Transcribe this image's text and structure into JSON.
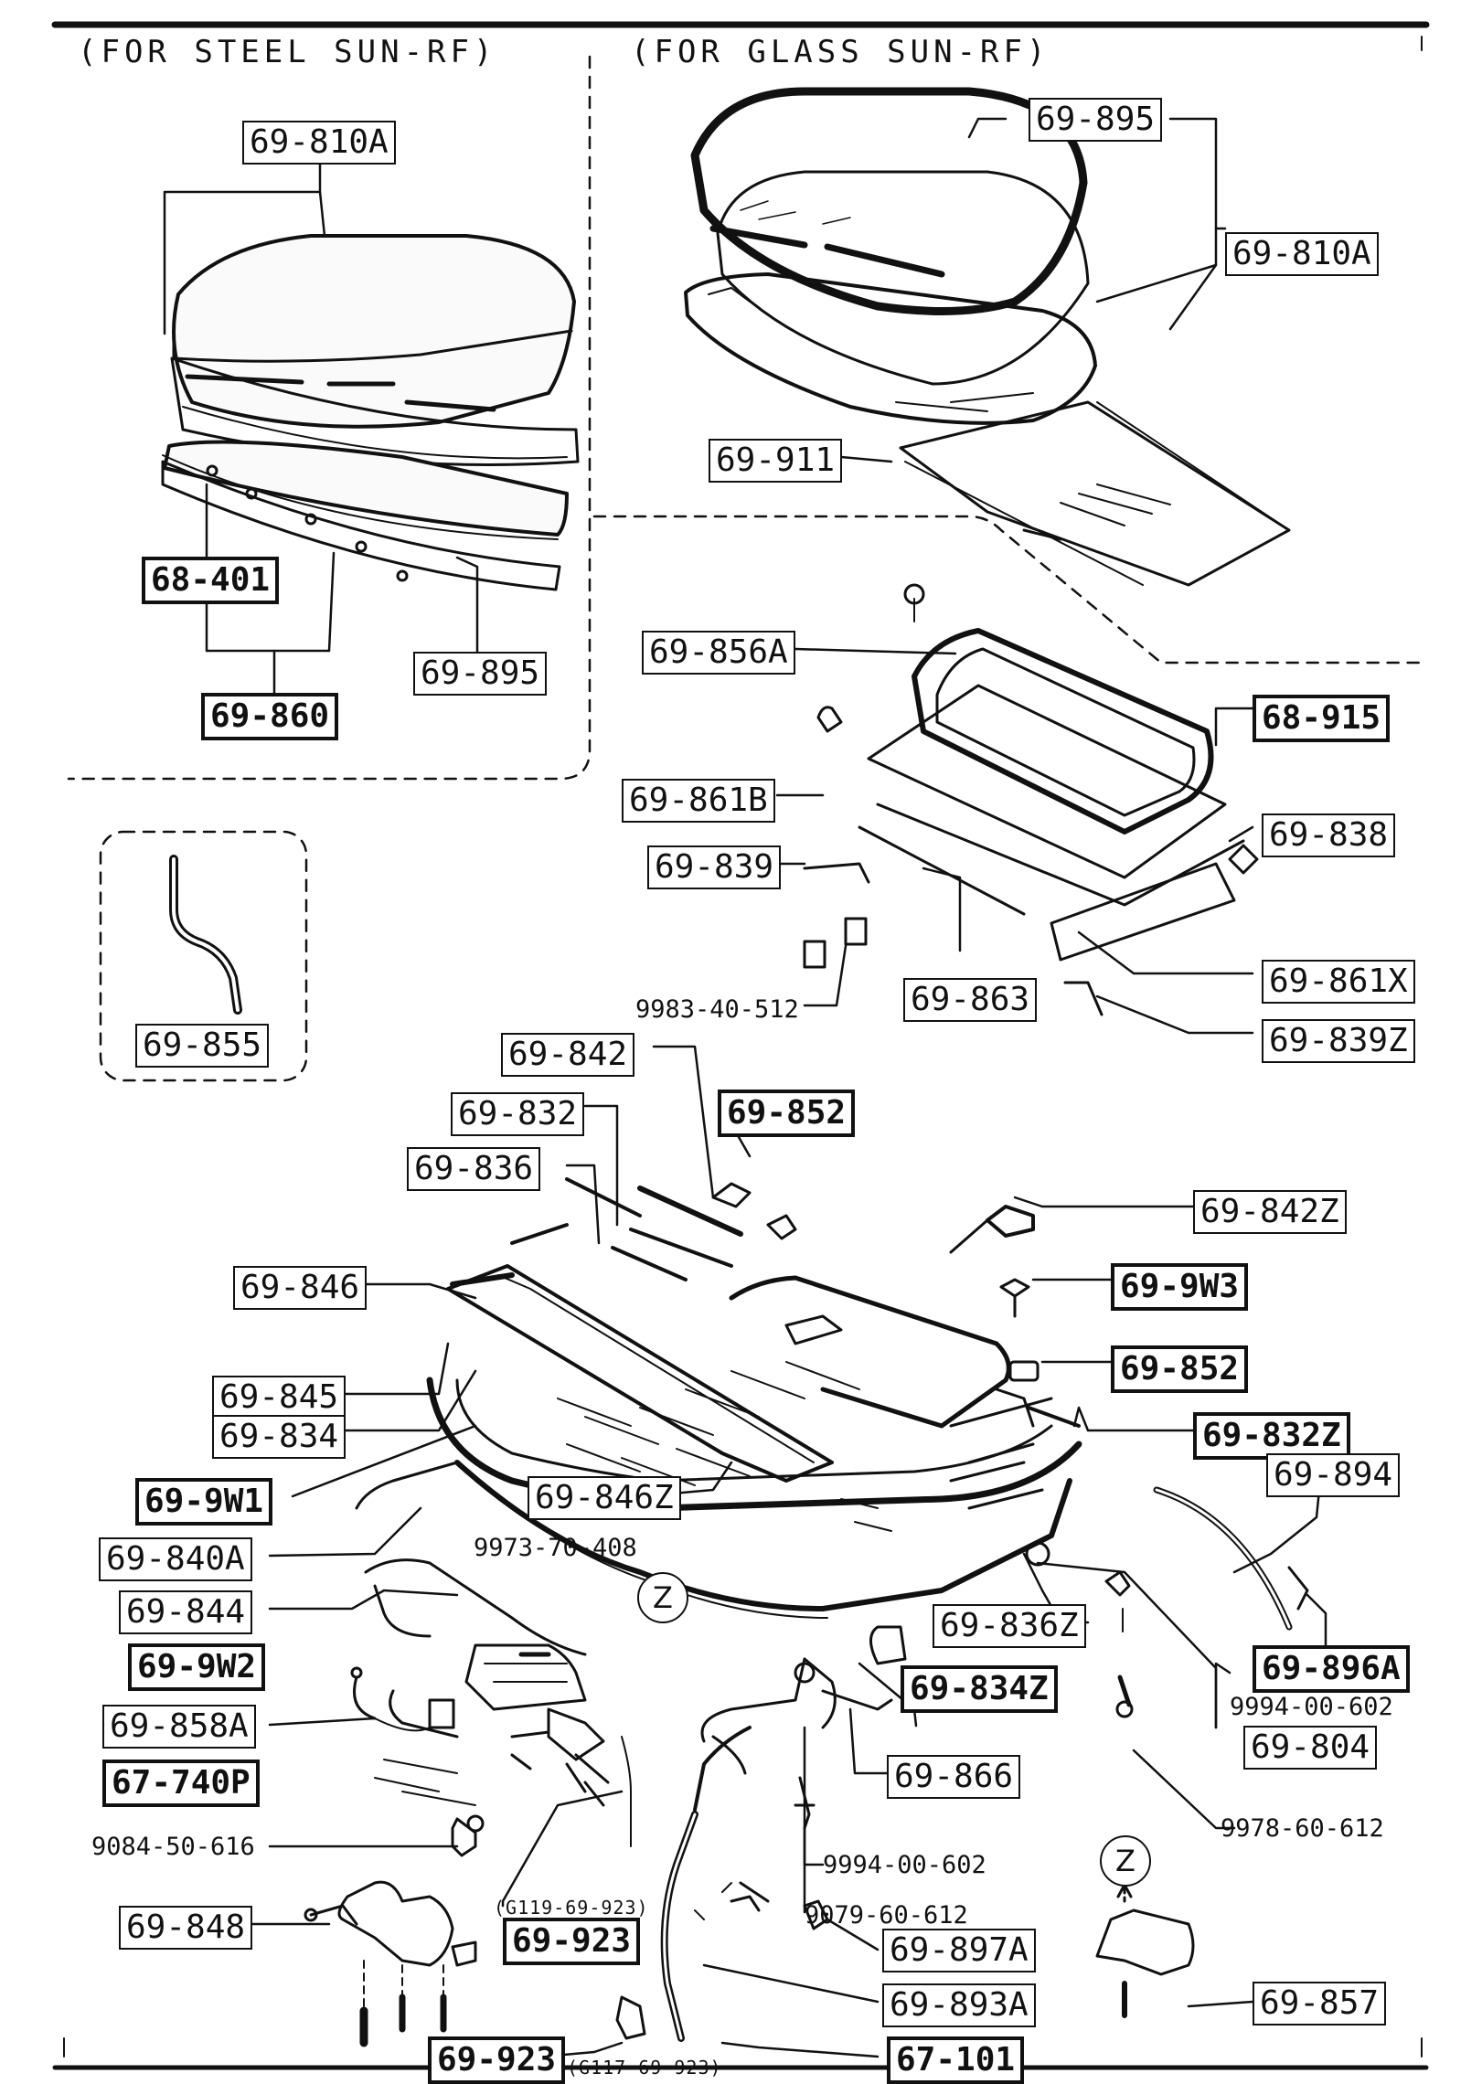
{
  "headers": {
    "steel": "(FOR STEEL SUN-RF)",
    "glass": "(FOR GLASS SUN-RF)"
  },
  "parts": {
    "p69_810A_steel": "69-810A",
    "p68_401": "68-401",
    "p69_860": "69-860",
    "p69_895_steel": "69-895",
    "p69_895_glass": "69-895",
    "p69_810A_glass": "69-810A",
    "p69_911": "69-911",
    "p69_856A": "69-856A",
    "p68_915": "68-915",
    "p69_861B": "69-861B",
    "p69_838": "69-838",
    "p69_839": "69-839",
    "p9983_40_512": "9983-40-512",
    "p69_863": "69-863",
    "p69_861X": "69-861X",
    "p69_839Z": "69-839Z",
    "p69_855": "69-855",
    "p69_842": "69-842",
    "p69_832": "69-832",
    "p69_852_a": "69-852",
    "p69_836": "69-836",
    "p69_842Z": "69-842Z",
    "p69_846": "69-846",
    "p69_9W3": "69-9W3",
    "p69_852_b": "69-852",
    "p69_845": "69-845",
    "p69_834": "69-834",
    "p69_832Z": "69-832Z",
    "p69_9W1": "69-9W1",
    "p69_846Z": "69-846Z",
    "p69_894": "69-894",
    "p9973_70_408": "9973-70-408",
    "p69_840A": "69-840A",
    "p69_844": "69-844",
    "p69_836Z": "69-836Z",
    "p69_896A": "69-896A",
    "p69_9W2": "69-9W2",
    "p69_834Z": "69-834Z",
    "p9994_00_602_a": "9994-00-602",
    "p69_858A": "69-858A",
    "p69_804": "69-804",
    "p67_740P": "67-740P",
    "p69_866": "69-866",
    "p9084_50_616": "9084-50-616",
    "p9978_60_612": "9978-60-612",
    "p9994_00_602_b": "9994-00-602",
    "p69_848": "69-848",
    "pG119": "(G119-69-923)",
    "p69_923_a": "69-923",
    "p9079_60_612": "9079-60-612",
    "p69_897A": "69-897A",
    "p69_893A": "69-893A",
    "p69_857": "69-857",
    "p69_923_b": "69-923",
    "pG117": "(G117-69-923)",
    "p67_101": "67-101"
  },
  "callouts": {
    "z1": "Z",
    "z2": "Z"
  }
}
